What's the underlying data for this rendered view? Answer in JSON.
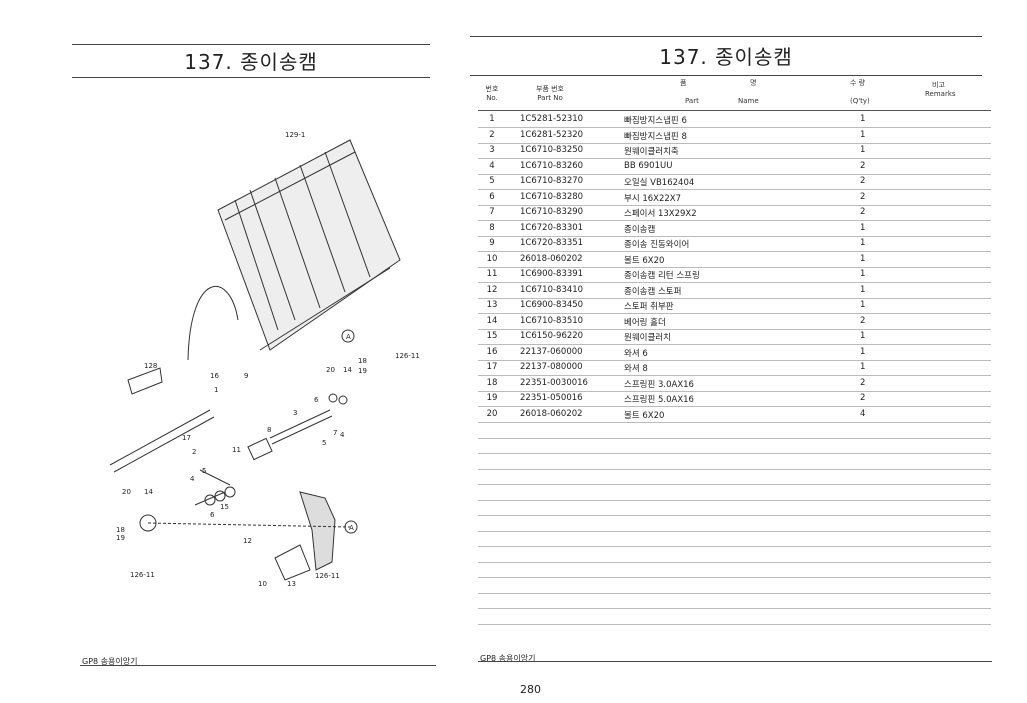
{
  "left_page": {
    "title": "137. 종이송캠",
    "footer": "GP8 송용이앙기",
    "callouts": [
      "129-1",
      "18",
      "19",
      "126-11",
      "20",
      "14",
      "16",
      "9",
      "1",
      "4",
      "3",
      "6",
      "128",
      "7",
      "5",
      "17",
      "2",
      "8",
      "11",
      "5",
      "4",
      "6",
      "15",
      "20",
      "14",
      "18",
      "19",
      "126-11",
      "12",
      "10",
      "13",
      "126-11",
      "A",
      "A"
    ]
  },
  "right_page": {
    "title": "137. 종이송캠",
    "header": {
      "no_ko": "번호",
      "no_en": "No.",
      "part_no_ko": "부품 번호",
      "part_no_en": "Part  No",
      "name_ko_1": "품",
      "name_ko_2": "명",
      "name_en_part": "Part",
      "name_en_name": "Name",
      "qty_ko": "수  량",
      "qty_en": "(Q'ty)",
      "remarks_ko": "비고",
      "remarks_en": "Remarks"
    },
    "rows": [
      {
        "no": "1",
        "part": "1C5281-52310",
        "name": "빠짐방지스냅핀 6",
        "qty": "1"
      },
      {
        "no": "2",
        "part": "1C6281-52320",
        "name": "빠짐방지스냅핀 8",
        "qty": "1"
      },
      {
        "no": "3",
        "part": "1C6710-83250",
        "name": "원웨이클러치축",
        "qty": "1"
      },
      {
        "no": "4",
        "part": "1C6710-83260",
        "name": "BB 6901UU",
        "qty": "2"
      },
      {
        "no": "5",
        "part": "1C6710-83270",
        "name": "오일실 VB162404",
        "qty": "2"
      },
      {
        "no": "6",
        "part": "1C6710-83280",
        "name": "부시 16X22X7",
        "qty": "2"
      },
      {
        "no": "7",
        "part": "1C6710-83290",
        "name": "스페이서 13X29X2",
        "qty": "2"
      },
      {
        "no": "8",
        "part": "1C6720-83301",
        "name": "종이송캠",
        "qty": "1"
      },
      {
        "no": "9",
        "part": "1C6720-83351",
        "name": "종이송 진동와이어",
        "qty": "1"
      },
      {
        "no": "10",
        "part": "26018-060202",
        "name": "볼트 6X20",
        "qty": "1"
      },
      {
        "no": "11",
        "part": "1C6900-83391",
        "name": "종이송캠 리턴 스프링",
        "qty": "1"
      },
      {
        "no": "12",
        "part": "1C6710-83410",
        "name": "종이송캠 스토퍼",
        "qty": "1"
      },
      {
        "no": "13",
        "part": "1C6900-83450",
        "name": "스토퍼 취부판",
        "qty": "1"
      },
      {
        "no": "14",
        "part": "1C6710-83510",
        "name": "베어링 홀더",
        "qty": "2"
      },
      {
        "no": "15",
        "part": "1C6150-96220",
        "name": "원웨이클러치",
        "qty": "1"
      },
      {
        "no": "16",
        "part": "22137-060000",
        "name": "와셔 6",
        "qty": "1"
      },
      {
        "no": "17",
        "part": "22137-080000",
        "name": "와셔 8",
        "qty": "1"
      },
      {
        "no": "18",
        "part": "22351-0030016",
        "name": "스프링핀 3.0AX16",
        "qty": "2"
      },
      {
        "no": "19",
        "part": "22351-050016",
        "name": "스프링핀 5.0AX16",
        "qty": "2"
      },
      {
        "no": "20",
        "part": "26018-060202",
        "name": "볼트 6X20",
        "qty": "4"
      }
    ],
    "footer": "GP8 송용이앙기",
    "page_number": "280"
  }
}
